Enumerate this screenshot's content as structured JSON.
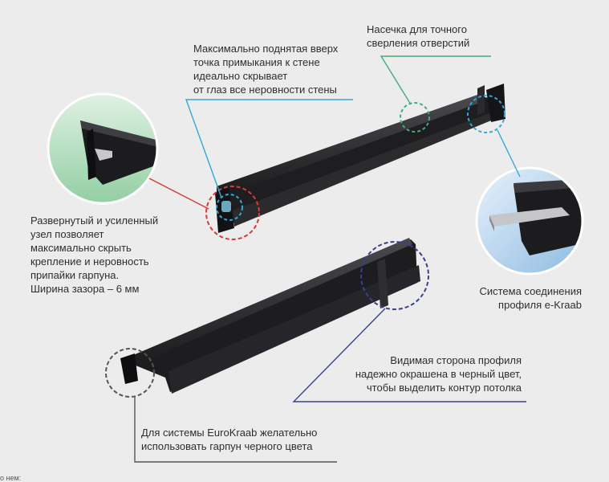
{
  "callouts": {
    "wall_point": "Максимально поднятая вверх\nточка примыкания к стене\nидеально скрывает\nот глаз все неровности стены",
    "notch": "Насечка для точного\nсверления отверстий",
    "expanded_node": "Развернутый и усиленный\nузел позволяет\nмаксимально скрыть\nкрепление и неровность\nприпайки гарпуна.\nШирина зазора – 6 мм",
    "connection_system": "Система соединения\nпрофиля e-Kraab",
    "visible_side": "Видимая сторона профиля\nнадежно окрашена в черный цвет,\nчтобы выделить контур потолка",
    "eurokraab": "Для системы EuroKraab желательно\nиспользовать гарпун черного цвета"
  },
  "footer": "о нем:",
  "colors": {
    "background": "#ececec",
    "profile": "#1f1f21",
    "profile_highlight": "#3c3c40",
    "leader_blue": "#33a8d6",
    "leader_red": "#d63a3a",
    "leader_green": "#3fae7a",
    "leader_gray": "#555555",
    "leader_navy": "#3b3f8f",
    "circle_green_fill": "#a9d9b6",
    "circle_blue_fill": "#9fc8e8"
  }
}
